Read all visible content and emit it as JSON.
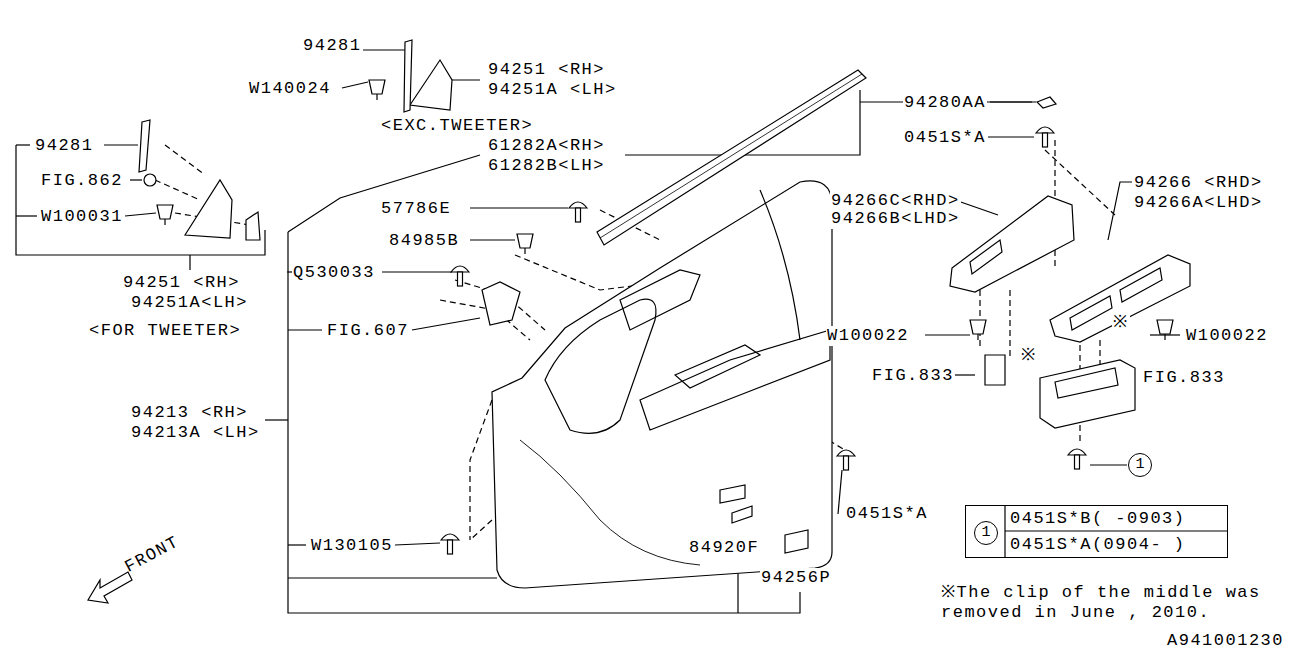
{
  "diagram": {
    "nodes": [
      {
        "text": [
          "0451S*B( -0903)",
          "0451S*A(0904- )"
        ]
      },
      {
        "text": [
          "1"
        ],
        "in": 0
      },
      {
        "text": [
          "1"
        ]
      }
    ],
    "labels": [
      "94281",
      "W140024",
      "94251  <RH>",
      "94251A <LH>",
      "<EXC.TWEETER>",
      "94281",
      "FIG.862",
      "W100031",
      "94251 <RH>",
      "94251A<LH>",
      "<FOR TWEETER>",
      "61282A<RH>",
      "61282B<LH>",
      "57786E",
      "84985B",
      "Q530033",
      "FIG.607",
      "94213 <RH>",
      "94213A <LH>",
      "W130105",
      "84920F",
      "94256P",
      "0451S*A",
      "94280AA",
      "0451S*A",
      "94266C<RHD>",
      "94266B<LHD>",
      "94266 <RHD>",
      "94266A<LHD>",
      "W100022",
      "W100022",
      "FIG.833",
      "FIG.833",
      "※",
      "※",
      "※The clip of the middle was removed in June , 2010.",
      "FRONT",
      "A941001230"
    ]
  }
}
